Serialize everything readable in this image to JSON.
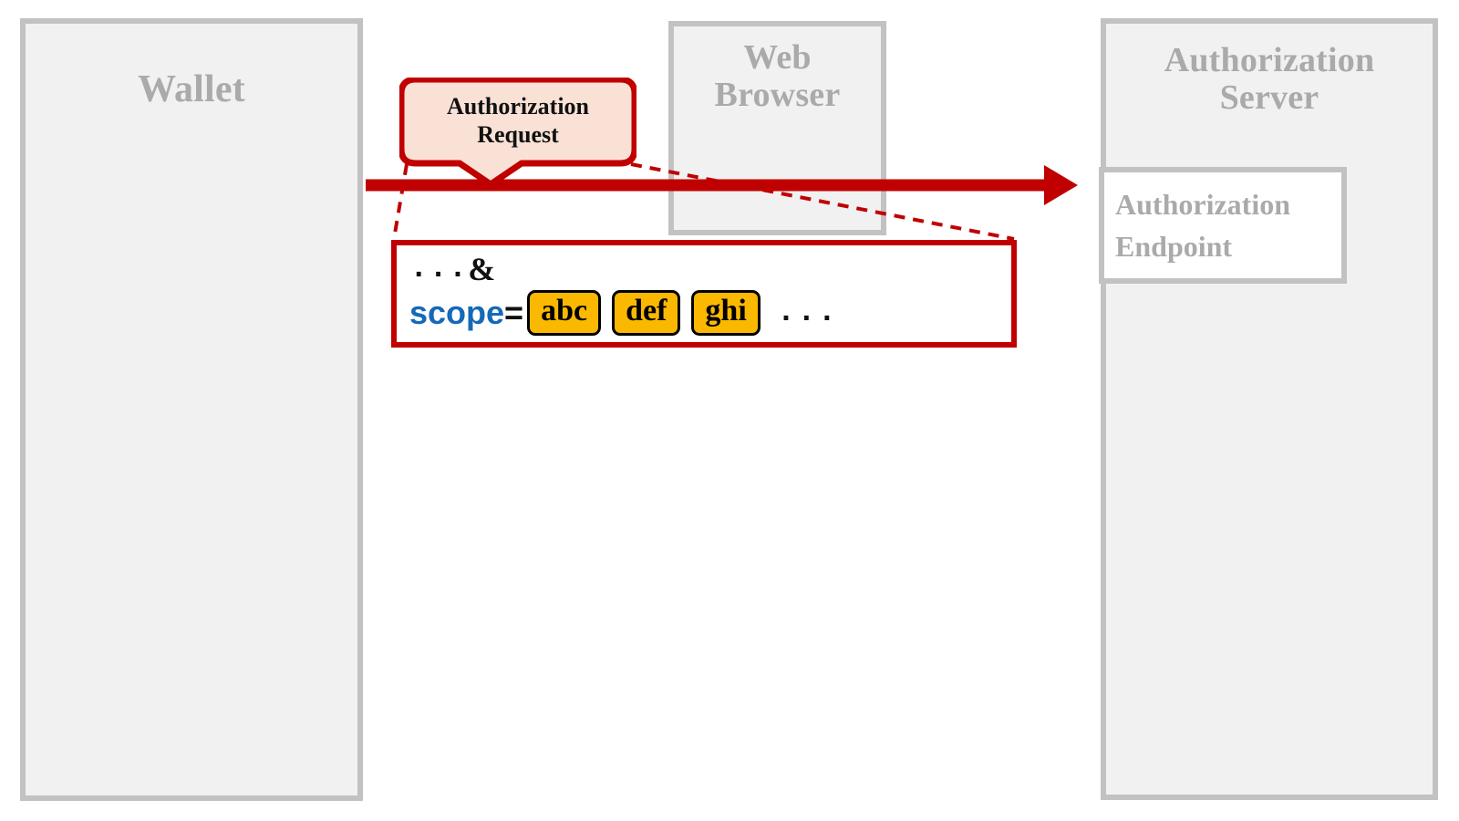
{
  "diagram": {
    "title": "OAuth Authorization Request scope parameter",
    "colors": {
      "lane_fill": "#F1F1F1",
      "lane_border": "#C2C2C2",
      "lane_text": "#AAAAAA",
      "accent_red": "#C00000",
      "callout_fill": "#F9E1D6",
      "param_blue": "#1569B8",
      "chip_fill": "#FAB900",
      "chip_border": "#000000",
      "detail_fill": "#FFFFFF"
    }
  },
  "lanes": [
    {
      "id": "wallet",
      "label": "Wallet"
    },
    {
      "id": "web-browser",
      "label": "Web\nBrowser"
    },
    {
      "id": "authorization-server",
      "label": "Authorization\nServer"
    }
  ],
  "endpoint": {
    "label": "Authorization\nEndpoint"
  },
  "arrow": {
    "label": "Authorization\nRequest",
    "direction": "right",
    "from_lane": "wallet",
    "to_lane": "authorization-server"
  },
  "detail": {
    "line1": {
      "prefix_dots": "...",
      "ampersand": "&"
    },
    "line2": {
      "param": "scope",
      "equals": "=",
      "values": [
        "abc",
        "def",
        "ghi"
      ],
      "trailing_dots": "..."
    }
  }
}
